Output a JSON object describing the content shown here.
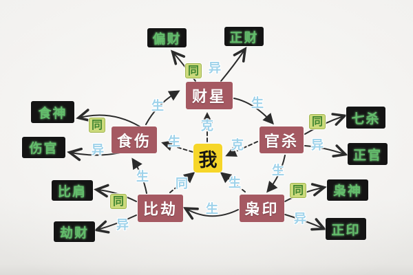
{
  "diagram": {
    "center": "我",
    "hubs": {
      "caixing": "财星",
      "guansha": "官杀",
      "xiaoyin": "枭印",
      "bijie": "比劫",
      "shishang": "食伤"
    },
    "leaves": {
      "piancai": "偏财",
      "zhengcai": "正财",
      "qisha": "七杀",
      "zhengguan": "正官",
      "xiaoshen": "枭神",
      "zhengyin": "正印",
      "bijian": "比肩",
      "jiecai": "劫财",
      "shishen": "食神",
      "shangguan": "伤官"
    },
    "relations": {
      "sheng": "生",
      "ke": "克",
      "tong": "同",
      "yi": "异"
    },
    "edges": [
      {
        "from": "我",
        "to": "财星",
        "label": "克",
        "style": "dashed"
      },
      {
        "from": "官杀",
        "to": "我",
        "label": "克",
        "style": "dashed"
      },
      {
        "from": "我",
        "to": "食伤",
        "label": "生",
        "style": "dashed"
      },
      {
        "from": "枭印",
        "to": "我",
        "label": "生",
        "style": "dashed"
      },
      {
        "from": "比劫",
        "to": "我",
        "label": "同",
        "style": "dashed"
      },
      {
        "from": "食伤",
        "to": "财星",
        "label": "生",
        "style": "solid"
      },
      {
        "from": "财星",
        "to": "官杀",
        "label": "生",
        "style": "solid"
      },
      {
        "from": "官杀",
        "to": "枭印",
        "label": "生",
        "style": "solid"
      },
      {
        "from": "枭印",
        "to": "比劫",
        "label": "生",
        "style": "solid"
      },
      {
        "from": "比劫",
        "to": "食伤",
        "label": "生",
        "style": "solid"
      },
      {
        "from": "财星",
        "to": "偏财",
        "label": "同",
        "style": "solid"
      },
      {
        "from": "财星",
        "to": "正财",
        "label": "异",
        "style": "solid"
      },
      {
        "from": "官杀",
        "to": "七杀",
        "label": "同",
        "style": "solid"
      },
      {
        "from": "官杀",
        "to": "正官",
        "label": "异",
        "style": "solid"
      },
      {
        "from": "枭印",
        "to": "枭神",
        "label": "同",
        "style": "solid"
      },
      {
        "from": "枭印",
        "to": "正印",
        "label": "异",
        "style": "solid"
      },
      {
        "from": "比劫",
        "to": "比肩",
        "label": "同",
        "style": "solid"
      },
      {
        "from": "比劫",
        "to": "劫财",
        "label": "异",
        "style": "solid"
      },
      {
        "from": "食伤",
        "to": "食神",
        "label": "同",
        "style": "solid"
      },
      {
        "from": "食伤",
        "to": "伤官",
        "label": "异",
        "style": "solid"
      }
    ],
    "colors": {
      "background": "#f1f0ee",
      "hub_bg": "#a55962",
      "leaf_bg": "#141414",
      "leaf_text": "#63bd6b",
      "center_bg": "#f6d629",
      "tong_bg": "#ccda7c",
      "tong_text": "#3f8430",
      "blue_label": "#9ed2ea",
      "arrow": "#2b2b2b"
    }
  }
}
